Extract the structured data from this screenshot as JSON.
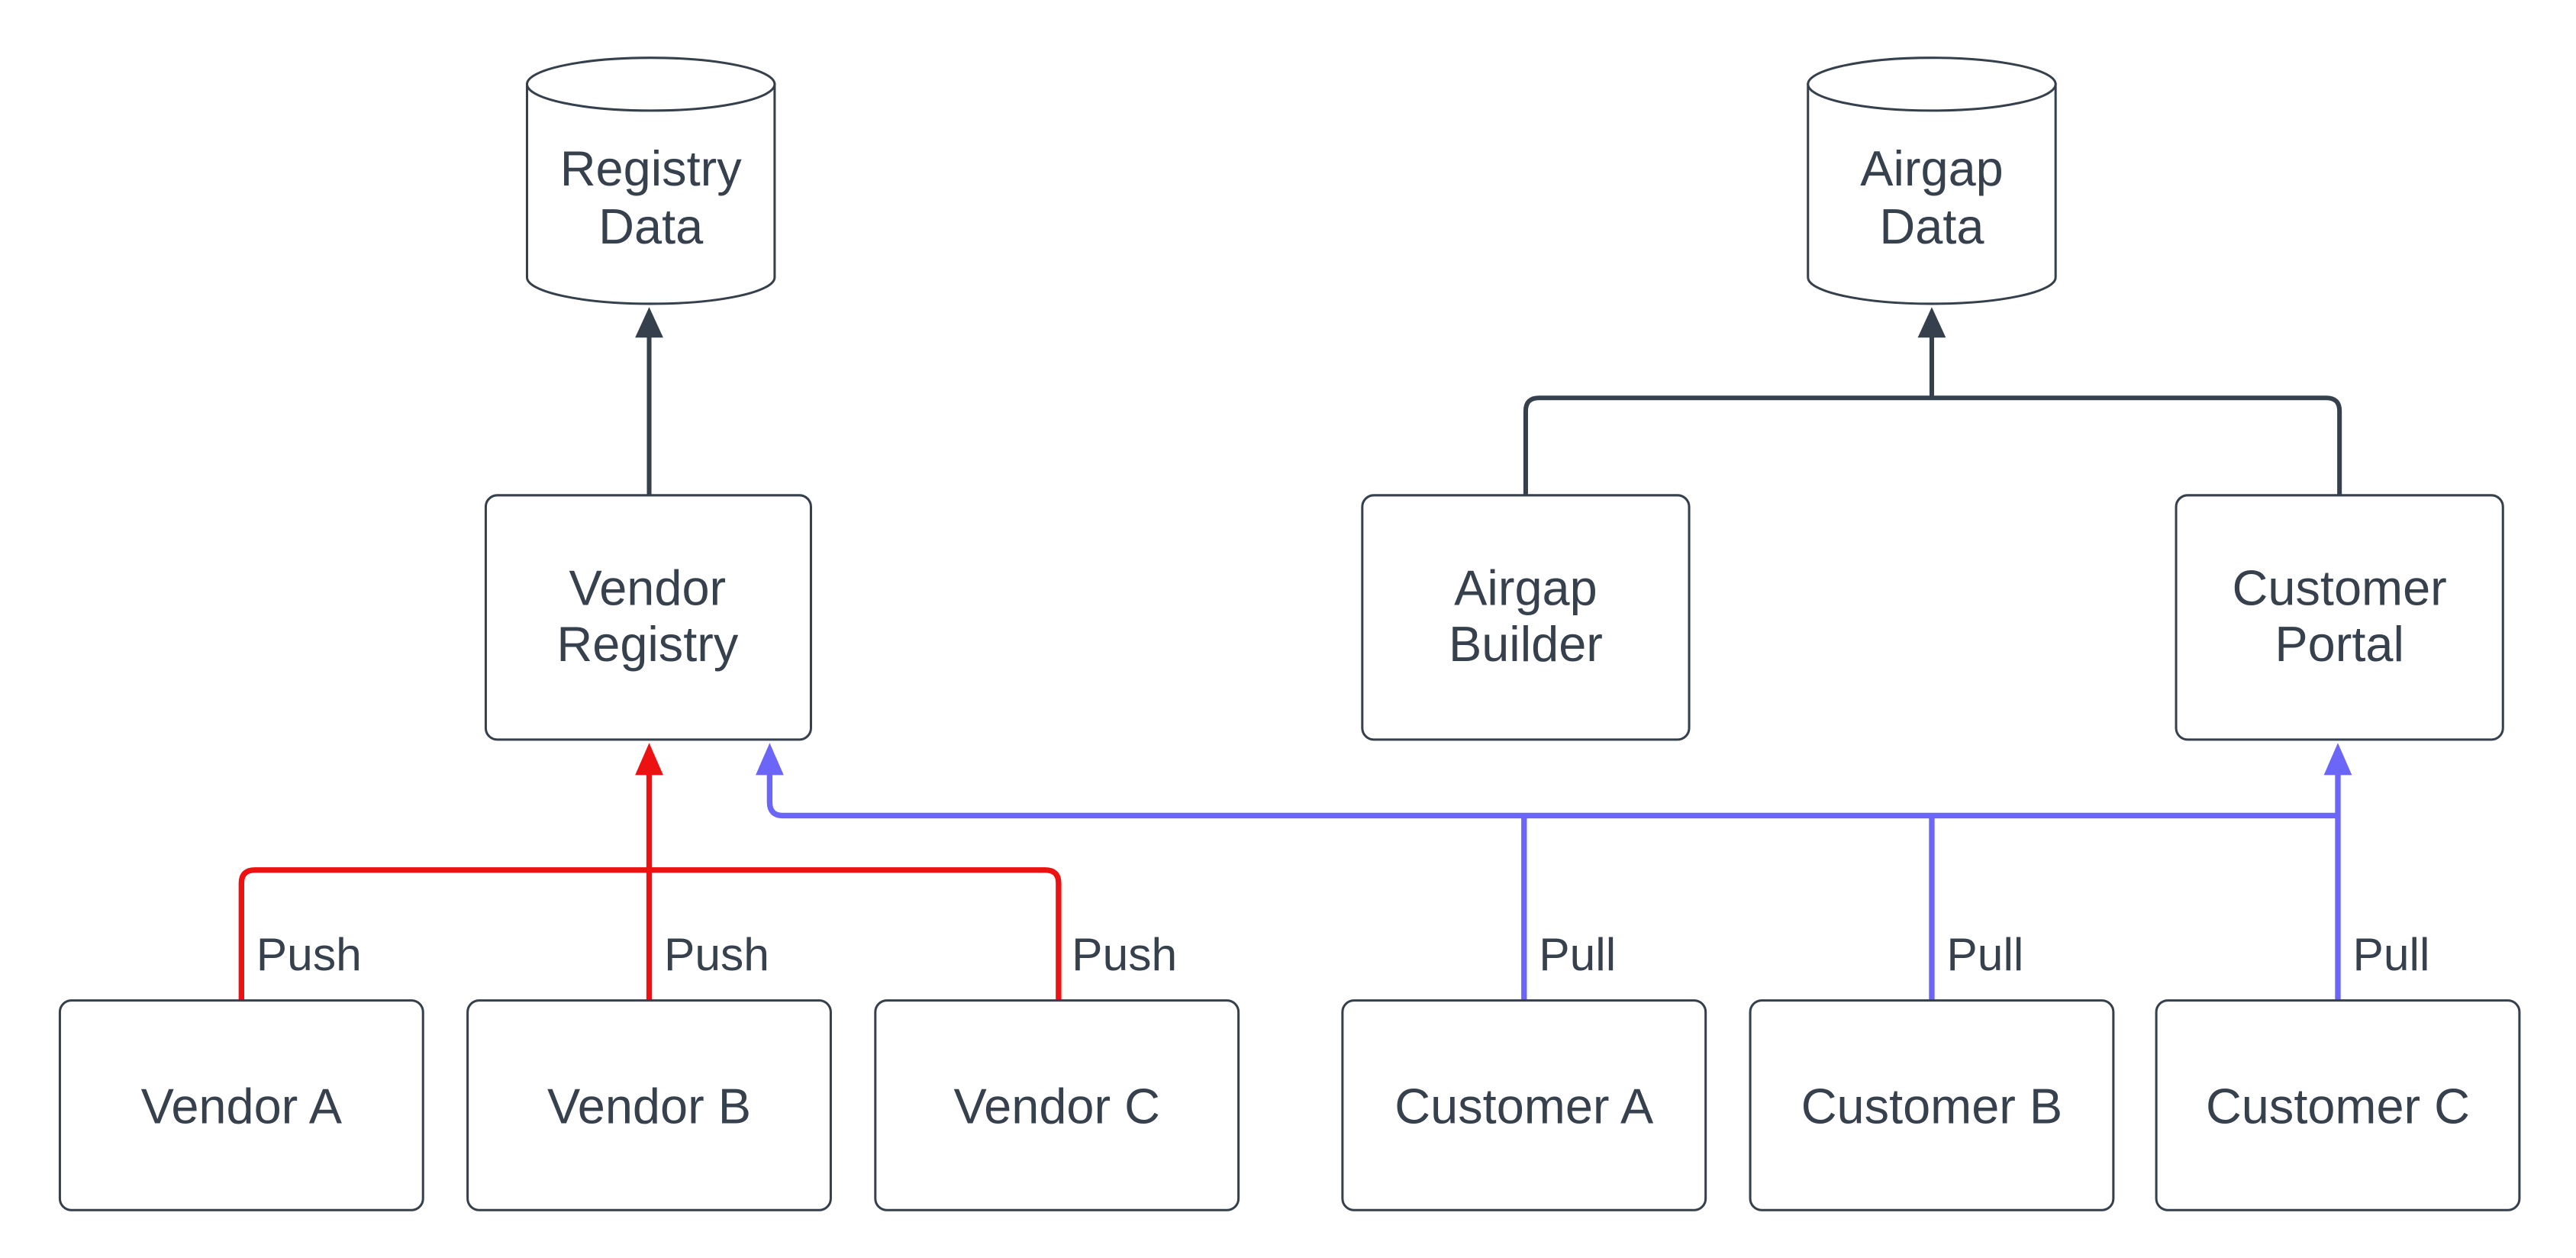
{
  "nodes": {
    "registry_data": {
      "lines": [
        "Registry",
        "Data"
      ]
    },
    "airgap_data": {
      "lines": [
        "Airgap",
        "Data"
      ]
    },
    "vendor_registry": {
      "lines": [
        "Vendor",
        "Registry"
      ]
    },
    "airgap_builder": {
      "lines": [
        "Airgap",
        "Builder"
      ]
    },
    "customer_portal": {
      "lines": [
        "Customer",
        "Portal"
      ]
    },
    "vendor_a": {
      "label": "Vendor A"
    },
    "vendor_b": {
      "label": "Vendor B"
    },
    "vendor_c": {
      "label": "Vendor C"
    },
    "customer_a": {
      "label": "Customer A"
    },
    "customer_b": {
      "label": "Customer B"
    },
    "customer_c": {
      "label": "Customer C"
    }
  },
  "edge_labels": {
    "push": "Push",
    "pull": "Pull"
  },
  "colors": {
    "push_red": "#ED1111",
    "pull_blue": "#6B66F7",
    "line": "#36404C",
    "ink": "#37414E",
    "node_fill": "#FFFFFF",
    "background": "#FFFFFF"
  }
}
